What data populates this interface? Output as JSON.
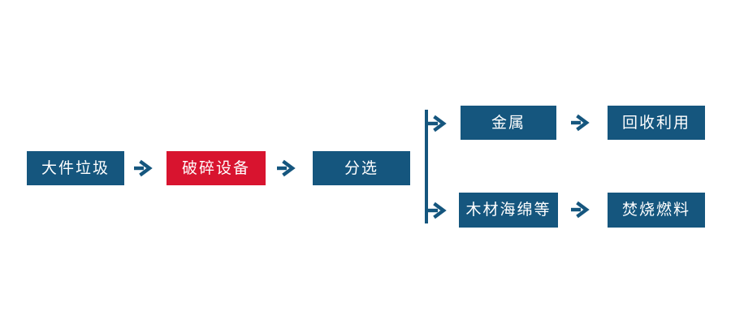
{
  "diagram": {
    "title": "bulky-waste-processing-flow",
    "colors": {
      "blue": "#15567E",
      "red": "#D8142F",
      "node_text": "#ffffff",
      "background": "#ffffff"
    },
    "nodes": [
      {
        "id": "bulky-waste",
        "label": "大件垃圾",
        "variant": "blue"
      },
      {
        "id": "crushing-equipment",
        "label": "破碎设备",
        "variant": "red"
      },
      {
        "id": "sorting",
        "label": "分选",
        "variant": "blue"
      },
      {
        "id": "metal",
        "label": "金属",
        "variant": "blue"
      },
      {
        "id": "recycling",
        "label": "回收利用",
        "variant": "blue"
      },
      {
        "id": "wood-sponge-etc",
        "label": "木材海绵等",
        "variant": "blue"
      },
      {
        "id": "incineration-fuel",
        "label": "焚烧燃料",
        "variant": "blue"
      }
    ],
    "edges": [
      {
        "from": "bulky-waste",
        "to": "crushing-equipment"
      },
      {
        "from": "crushing-equipment",
        "to": "sorting"
      },
      {
        "from": "sorting",
        "to": "metal"
      },
      {
        "from": "sorting",
        "to": "wood-sponge-etc"
      },
      {
        "from": "metal",
        "to": "recycling"
      },
      {
        "from": "wood-sponge-etc",
        "to": "incineration-fuel"
      }
    ]
  }
}
